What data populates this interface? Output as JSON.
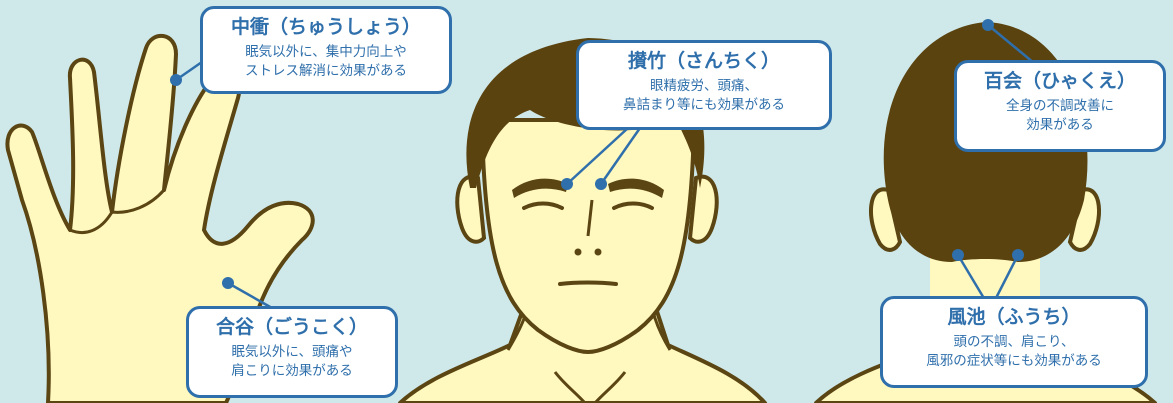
{
  "colors": {
    "background": "#cfe9ea",
    "skin": "#fff8bf",
    "outline": "#5a4513",
    "hair": "#5b4310",
    "accent": "#2f6fab"
  },
  "points": {
    "chushou": {
      "title": "中衝（ちゅうしょう）",
      "desc": [
        "眠気以外に、集中力向上や",
        "ストレス解消に効果がある"
      ]
    },
    "goukoku": {
      "title": "合谷（ごうこく）",
      "desc": [
        "眠気以外に、頭痛や",
        "肩こりに効果がある"
      ]
    },
    "sanchiku": {
      "title": "攅竹（さんちく）",
      "desc": [
        "眼精疲労、頭痛、",
        "鼻詰まり等にも効果がある"
      ]
    },
    "hyakue": {
      "title": "百会（ひゃくえ）",
      "desc": [
        "全身の不調改善に",
        "効果がある"
      ]
    },
    "fuuchi": {
      "title": "風池（ふうち）",
      "desc": [
        "頭の不調、肩こり、",
        "風邪の症状等にも効果がある"
      ]
    }
  }
}
